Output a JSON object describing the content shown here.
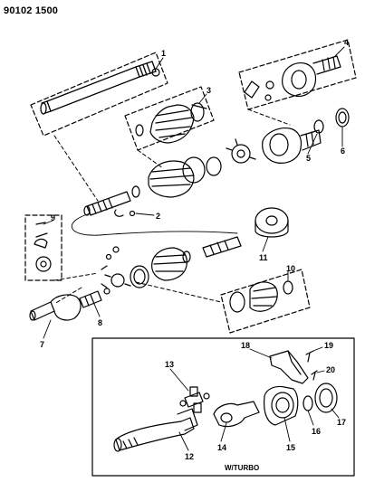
{
  "header": {
    "code": "90102 1500"
  },
  "callouts": [
    "1",
    "2",
    "3",
    "4",
    "5",
    "6",
    "7",
    "8",
    "9",
    "10",
    "11",
    "12",
    "13",
    "14",
    "15",
    "16",
    "17",
    "18",
    "19",
    "20"
  ],
  "inset": {
    "caption": "W/TURBO"
  }
}
